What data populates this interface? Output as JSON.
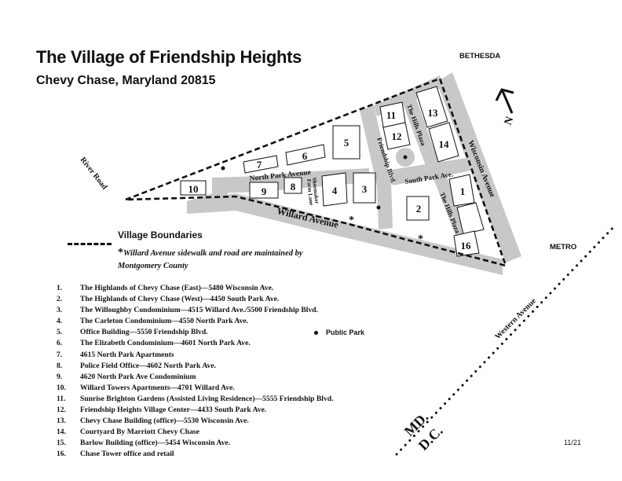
{
  "title": "The Village of Friendship Heights",
  "subtitle": "Chevy Chase, Maryland 20815",
  "place_labels": {
    "bethesda": "BETHESDA",
    "metro": "METRO",
    "river_road": "River Road",
    "western_avenue": "Western Avenue",
    "md": "MD.",
    "dc": "D.C."
  },
  "street_labels": {
    "willard_avenue": "Willard Avenue",
    "north_park_avenue": "North Park Avenue",
    "south_park_ave": "South Park Ave.",
    "wisconsin_avenue": "Wisconsin Avenue",
    "friendship_blvd": "Friendship Blvd.",
    "hills_plaza_north": "The Hills Plaza",
    "hills_plaza_south": "The Hills Plaza",
    "shoemaker": "Shoemaker",
    "farm_lane": "Farm Lane"
  },
  "north_label": "N",
  "building_numbers": [
    "1",
    "2",
    "3",
    "4",
    "5",
    "6",
    "7",
    "8",
    "9",
    "10",
    "11",
    "12",
    "13",
    "14",
    "16"
  ],
  "legend": {
    "boundaries_label": "Village Boundaries",
    "note_star": "*",
    "note_text": "Willard Avenue sidewalk and road are maintained by Montgomery County",
    "park_label": "Public Park",
    "map_star": "*"
  },
  "buildings": [
    {
      "num": "1.",
      "text": "The Highlands of Chevy Chase (East)—5480 Wisconsin Ave."
    },
    {
      "num": "2.",
      "text": "The Highlands of Chevy Chase (West)—4450 South Park Ave."
    },
    {
      "num": "3.",
      "text": "The Willoughby Condominium—4515 Willard Ave./5500 Friendship Blvd."
    },
    {
      "num": "4.",
      "text": "The Carleton Condominium—4550 North Park Ave."
    },
    {
      "num": "5.",
      "text": "Office Building—5550 Friendship Blvd."
    },
    {
      "num": "6.",
      "text": "The Elizabeth Condominium—4601 North Park Ave."
    },
    {
      "num": "7.",
      "text": "4615 North Park Apartments"
    },
    {
      "num": "8.",
      "text": "Police Field Office—4602 North Park Ave."
    },
    {
      "num": "9.",
      "text": "4620 North Park Ave Condominium"
    },
    {
      "num": "10.",
      "text": "Willard Towers Apartments—4701 Willard Ave."
    },
    {
      "num": "11.",
      "text": "Sunrise Brighton Gardens (Assisted Living Residence)—5555 Friendship Blvd."
    },
    {
      "num": "12.",
      "text": "Friendship Heights Village Center—4433 South Park Ave."
    },
    {
      "num": "13.",
      "text": "Chevy Chase Building (office)—5530 Wisconsin Ave."
    },
    {
      "num": "14.",
      "text": "Courtyard By Marriott Chevy Chase"
    },
    {
      "num": "15.",
      "text": "Barlow Building (office)—5454 Wisconsin Ave."
    },
    {
      "num": "16.",
      "text": "Chase Tower office and retail"
    }
  ],
  "date_code": "11/21",
  "colors": {
    "road": "#c8c8c8",
    "ink": "#111111"
  }
}
